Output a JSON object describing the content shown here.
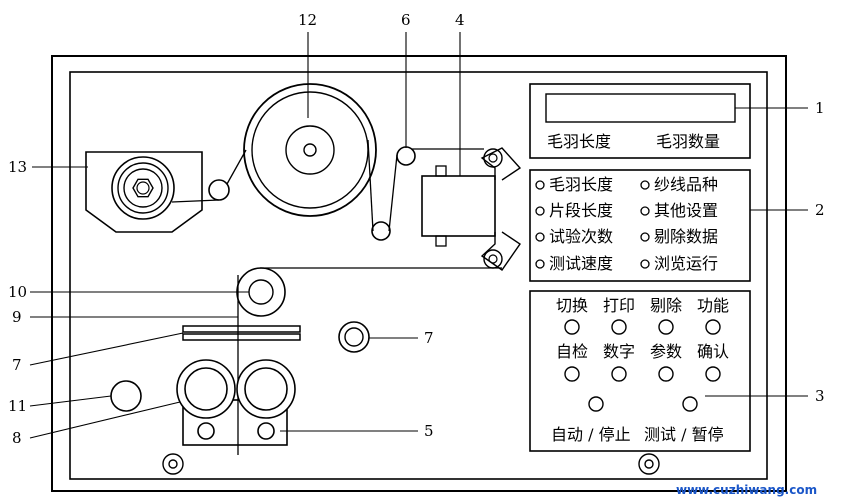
{
  "callouts": {
    "n1": "1",
    "n2": "2",
    "n3": "3",
    "n4": "4",
    "n5": "5",
    "n6": "6",
    "n7a": "7",
    "n7b": "7",
    "n8": "8",
    "n9": "9",
    "n10": "10",
    "n11": "11",
    "n12": "12",
    "n13": "13"
  },
  "display_panel": {
    "label_left": "毛羽长度",
    "label_right": "毛羽数量"
  },
  "mode_panel": {
    "items": [
      "毛羽长度",
      "纱线品种",
      "片段长度",
      "其他设置",
      "试验次数",
      "剔除数据",
      "测试速度",
      "浏览运行"
    ]
  },
  "keypad": {
    "row1": [
      "切换",
      "打印",
      "剔除",
      "功能"
    ],
    "row2": [
      "自检",
      "数字",
      "参数",
      "确认"
    ],
    "bottom_left": "自动 / 停止",
    "bottom_right": "测试 / 暂停"
  },
  "watermark": "www.cuzhiwang.com"
}
